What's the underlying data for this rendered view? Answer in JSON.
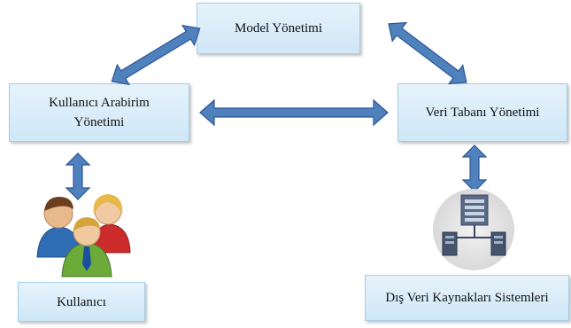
{
  "nodes": {
    "model": "Model Yönetimi",
    "ui_line1": "Kullanıcı Arabirim",
    "ui_line2": "Yönetimi",
    "db": "Veri Tabanı Yönetimi",
    "user": "Kullanıcı",
    "ext": "Dış Veri Kaynakları Sistemleri"
  },
  "colors": {
    "arrow_fill": "#4f81bd",
    "arrow_stroke": "#2f5597",
    "box_border": "#a7cde6"
  },
  "icons": {
    "users": "users-group-icon",
    "server": "server-icon"
  }
}
